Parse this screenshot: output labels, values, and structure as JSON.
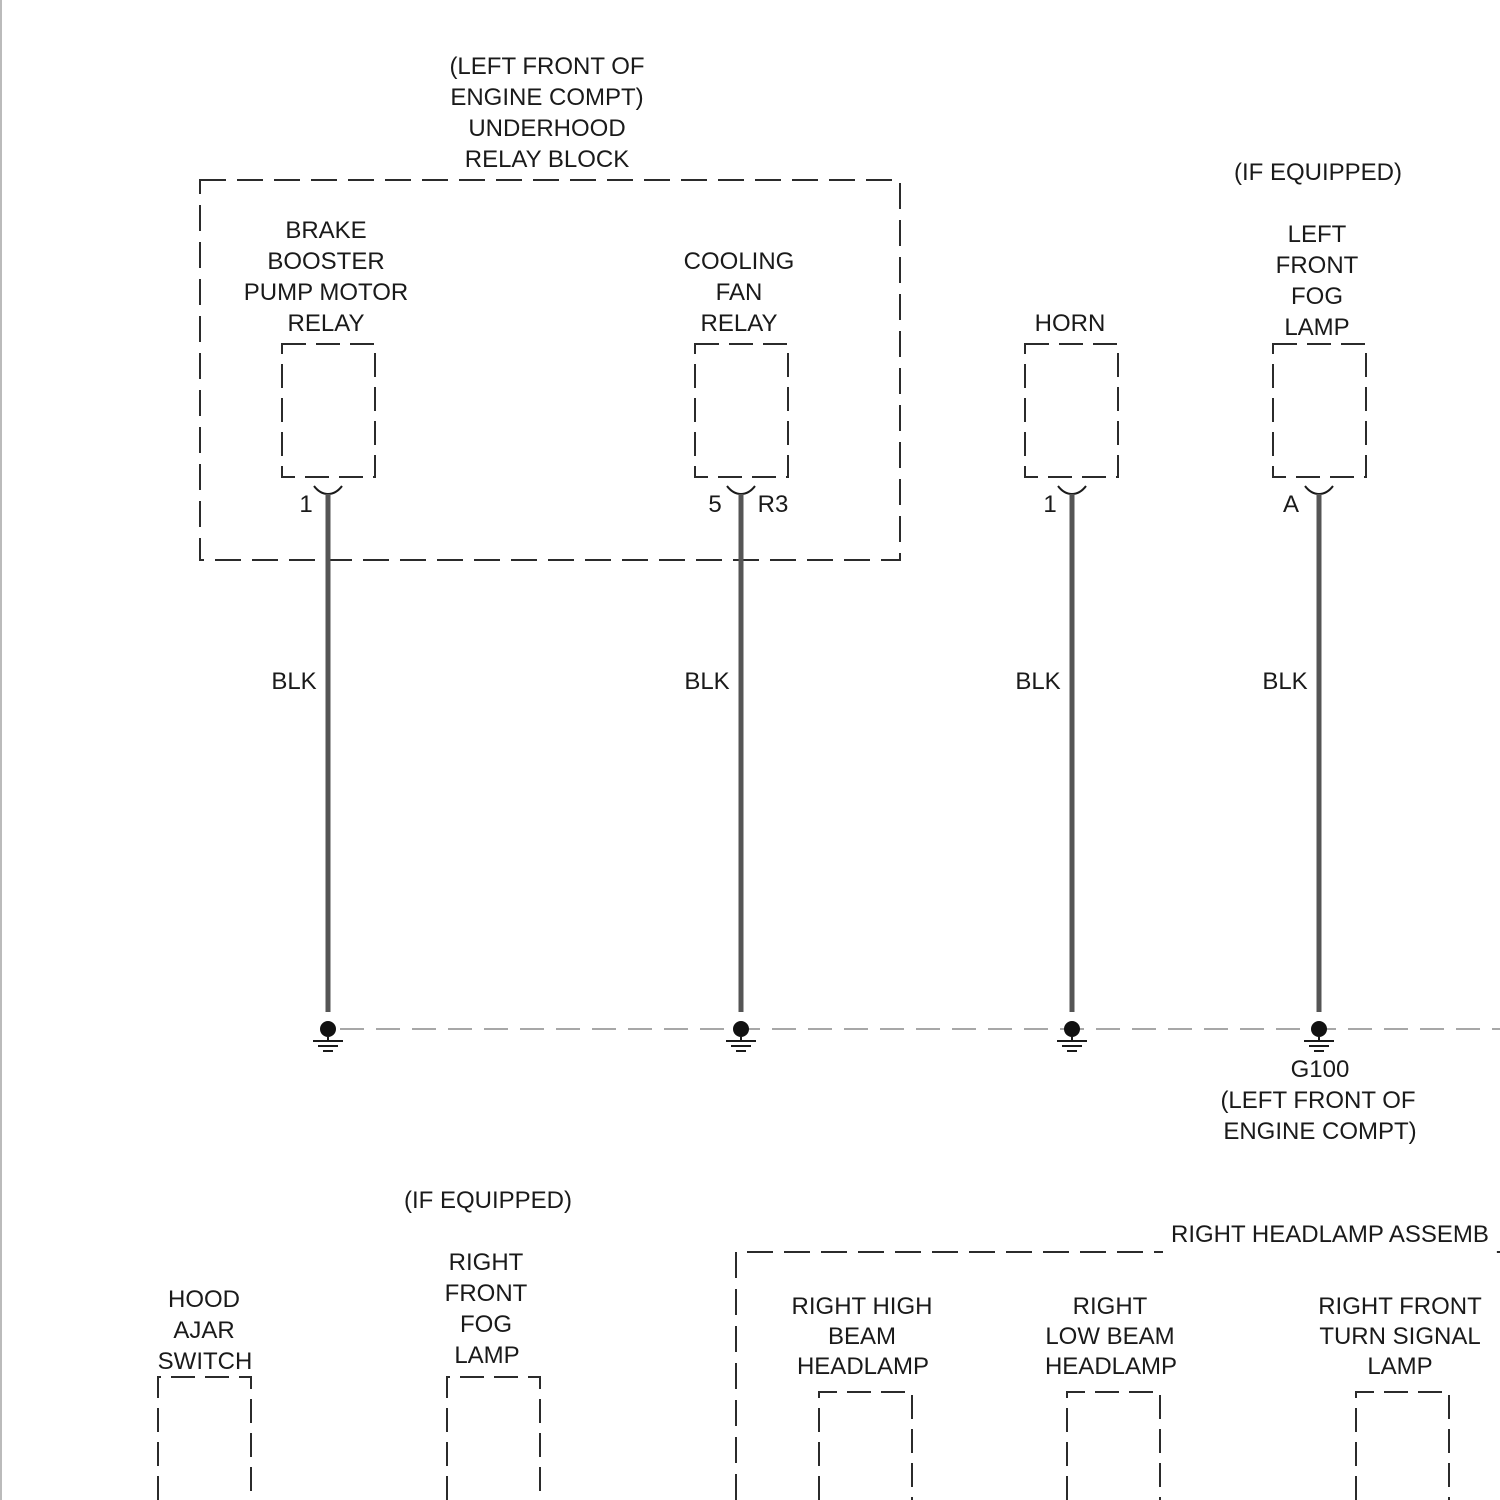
{
  "relay_block": {
    "label": [
      "(LEFT FRONT OF",
      "ENGINE COMPT)",
      "UNDERHOOD",
      "RELAY BLOCK"
    ]
  },
  "components": {
    "brake_relay": {
      "label": [
        "BRAKE",
        "BOOSTER",
        "PUMP MOTOR",
        "RELAY"
      ],
      "pin": "1",
      "wire": "BLK"
    },
    "cooling_relay": {
      "label": [
        "COOLING",
        "FAN",
        "RELAY"
      ],
      "pin": "5",
      "pin_right": "R3",
      "wire": "BLK"
    },
    "horn": {
      "label": [
        "HORN"
      ],
      "pin": "1",
      "wire": "BLK"
    },
    "left_fog": {
      "note": "(IF EQUIPPED)",
      "label": [
        "LEFT",
        "FRONT",
        "FOG",
        "LAMP"
      ],
      "pin": "A",
      "wire": "BLK"
    }
  },
  "ground": {
    "id": "G100",
    "location": [
      "(LEFT FRONT OF",
      "ENGINE COMPT)"
    ]
  },
  "lower": {
    "hood_switch": {
      "label": [
        "HOOD",
        "AJAR",
        "SWITCH"
      ]
    },
    "right_fog": {
      "note": "(IF EQUIPPED)",
      "label": [
        "RIGHT",
        "FRONT",
        "FOG",
        "LAMP"
      ]
    },
    "headlamp_assembly": {
      "title": "RIGHT HEADLAMP ASSEMB",
      "high_beam": {
        "label": [
          "RIGHT HIGH",
          "BEAM",
          "HEADLAMP"
        ]
      },
      "low_beam": {
        "label": [
          "RIGHT",
          "LOW BEAM",
          "HEADLAMP"
        ]
      },
      "turn_signal": {
        "label": [
          "RIGHT FRONT",
          "TURN SIGNAL",
          "LAMP"
        ]
      }
    }
  }
}
